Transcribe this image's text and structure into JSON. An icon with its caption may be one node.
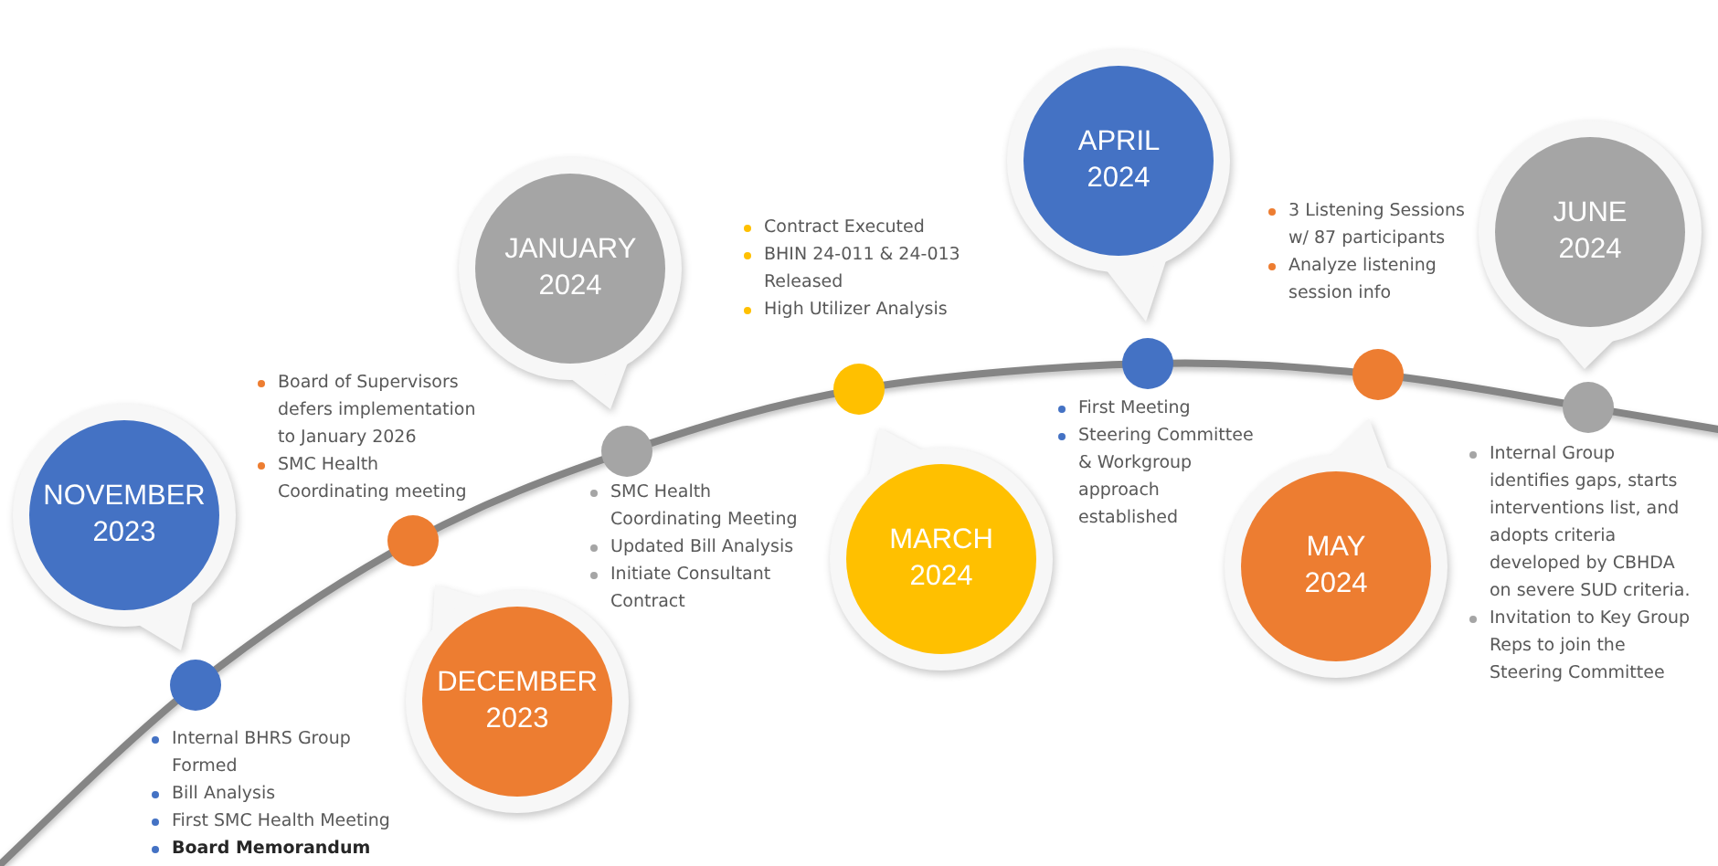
{
  "diagram": {
    "nodes": [
      {
        "text": [
          "NOVEMBER 2023"
        ],
        "beside": [
          "Internal BHRS Group Formed",
          "Bill Analysis",
          "First SMC Health Meeting",
          "Board Memorandum"
        ]
      },
      {
        "text": [
          "DECEMBER 2023"
        ],
        "beside": [
          "Board of Supervisors defers implementation to January 2026",
          "SMC Health Coordinating meeting"
        ]
      },
      {
        "text": [
          "JANUARY 2024"
        ],
        "beside": [
          "SMC Health Coordinating Meeting",
          "Updated Bill Analysis",
          "Initiate Consultant Contract"
        ]
      },
      {
        "text": [
          "MARCH 2024"
        ],
        "beside": [
          "Contract Executed",
          "BHIN 24-011 & 24-013 Released",
          "High Utilizer Analysis"
        ]
      },
      {
        "text": [
          "APRIL 2024"
        ],
        "beside": [
          "First Meeting",
          "Steering Committee & Workgroup approach established"
        ]
      },
      {
        "text": [
          "MAY 2024"
        ],
        "beside": [
          "3 Listening Sessions w/ 87 participants",
          "Analyze listening session info"
        ]
      },
      {
        "text": [
          "JUNE 2024"
        ],
        "beside": [
          "Internal Group identifies gaps, starts interventions list, and adopts criteria developed by CBHDA on severe SUD criteria.",
          "Invitation to Key Group Reps to join the Steering Committee"
        ]
      }
    ]
  }
}
